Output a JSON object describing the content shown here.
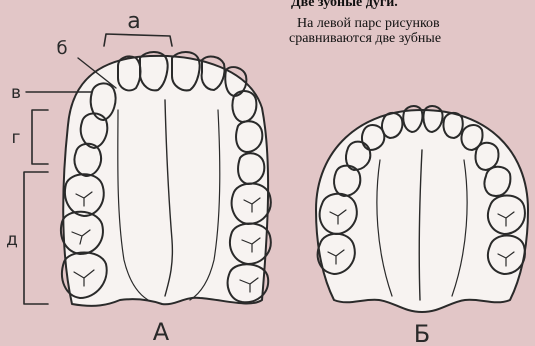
{
  "heading": "Две зубные дуги.",
  "paragraph": {
    "line1": "На левой парс рисунков",
    "line2": "сравниваются две зубные"
  },
  "labels": {
    "a": "а",
    "b": "б",
    "v": "в",
    "g": "г",
    "d": "д",
    "fig_a": "А",
    "fig_b": "Б"
  },
  "colors": {
    "background": "#e2c6c7",
    "ink": "#2a2a2a",
    "palate": "#f7f3f1"
  }
}
